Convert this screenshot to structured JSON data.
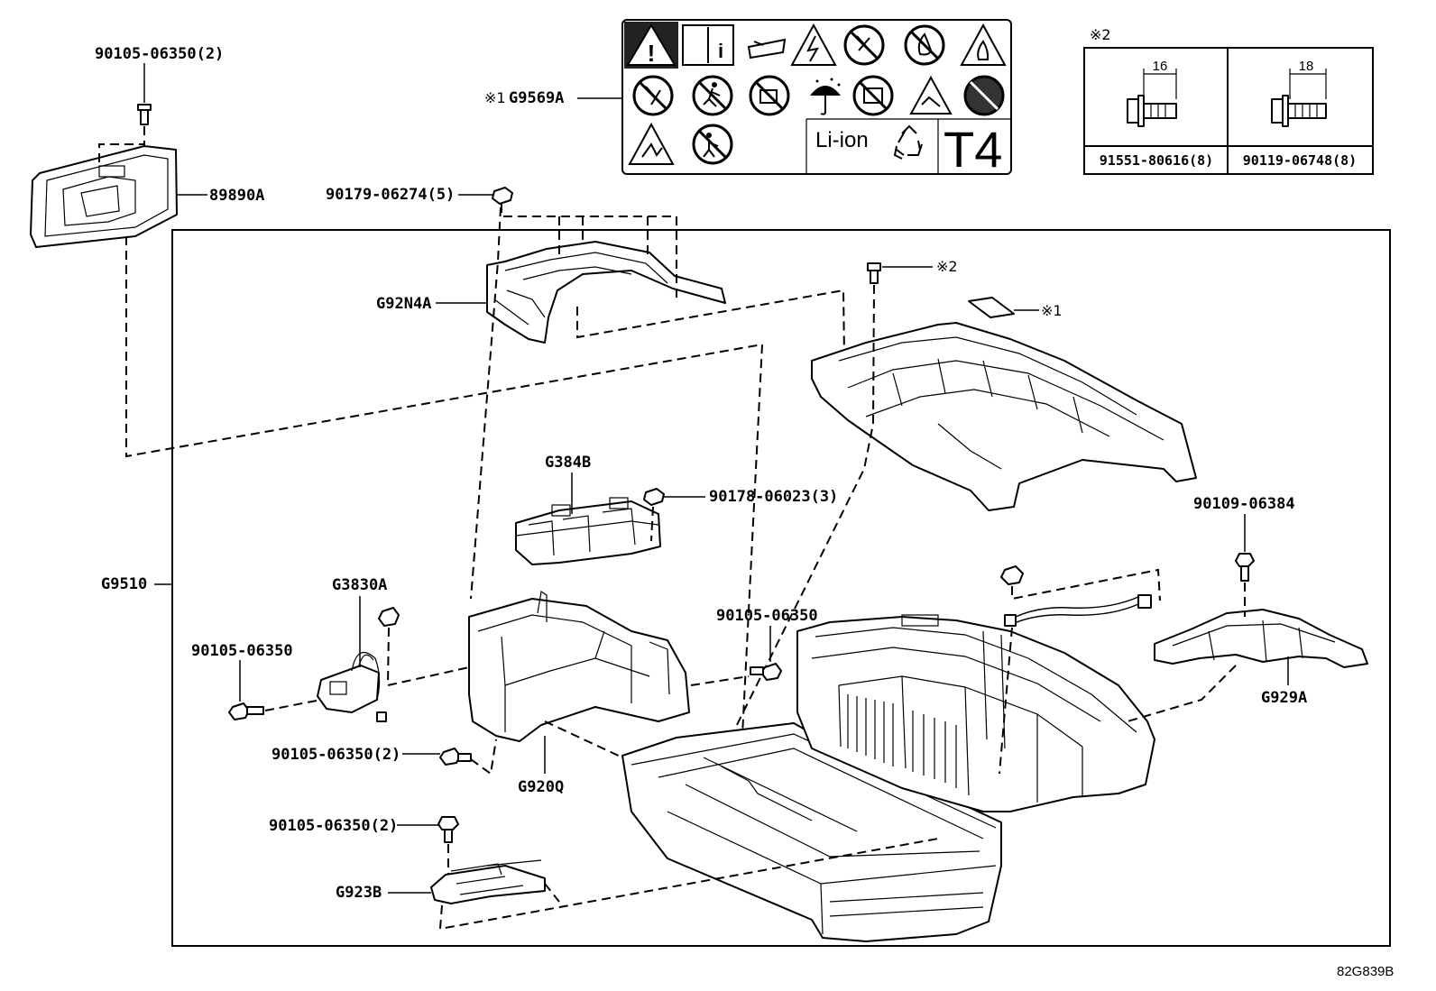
{
  "labels": {
    "p8989_bolt": "90105-06350(2)",
    "p8989": "89890A",
    "label_ref": "※1",
    "label_part": "G9569A",
    "nut_g92": "90179-06274(5)",
    "g92n4a": "G92N4A",
    "g384b": "G384B",
    "nut_g384": "90178-06023(3)",
    "g9510": "G9510",
    "g3830a": "G3830A",
    "bolt_left": "90105-06350",
    "bolt_mid": "90105-06350",
    "bolt_g920": "90105-06350(2)",
    "g920q": "G920Q",
    "bolt_g923": "90105-06350(2)",
    "g923b": "G923B",
    "bolt_g929": "90109-06384",
    "g929a": "G929A",
    "ref2": "※2",
    "ref1": "※1",
    "doc_ref": "82G839B"
  },
  "caution_label": {
    "li_ion": "Li-ion",
    "code": "T4",
    "icons": [
      "danger-icon",
      "manual-icon",
      "tool-icon",
      "high-voltage-icon",
      "no-disassemble-icon",
      "no-fire-icon",
      "flammable-icon",
      "no-drop-icon",
      "no-run-icon",
      "no-water-icon",
      "umbrella-keep-dry-icon",
      "no-crush-icon",
      "corrosive-icon",
      "no-access-icon",
      "explosive-icon",
      "no-children-icon",
      "recycle-icon"
    ]
  },
  "bolt_table": {
    "ref": "※2",
    "columns": [
      {
        "length": "16",
        "part": "91551-80616(8)"
      },
      {
        "length": "18",
        "part": "90119-06748(8)"
      }
    ]
  }
}
